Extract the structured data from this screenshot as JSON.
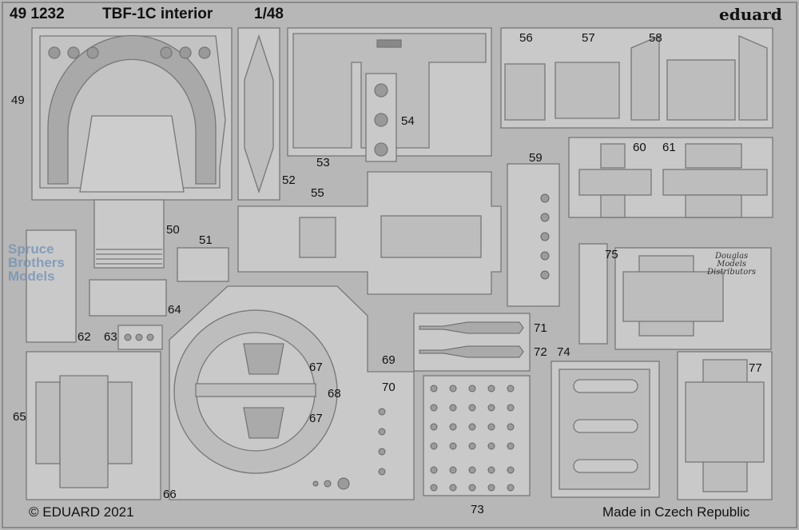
{
  "header": {
    "catalog_number": "49 1232",
    "title": "TBF-1C interior",
    "scale": "1/48",
    "brand": "eduard"
  },
  "part_numbers": [
    "49",
    "50",
    "51",
    "52",
    "53",
    "54",
    "55",
    "56",
    "57",
    "58",
    "59",
    "60",
    "61",
    "62",
    "63",
    "64",
    "65",
    "66",
    "67",
    "67",
    "68",
    "69",
    "70",
    "71",
    "72",
    "73",
    "74",
    "75",
    "77"
  ],
  "footer": {
    "copyright": "© EDUARD 2021",
    "origin": "Made in Czech Republic"
  },
  "watermarks": {
    "spruce_brothers": [
      "Spruce",
      "Brothers",
      "Models"
    ],
    "distributor": [
      "Douglas",
      "Models",
      "Distributors"
    ]
  },
  "colors": {
    "fret": "#b7b7b7",
    "part": "#c9c9c9",
    "etch_line": "#777777",
    "text": "#111111"
  }
}
